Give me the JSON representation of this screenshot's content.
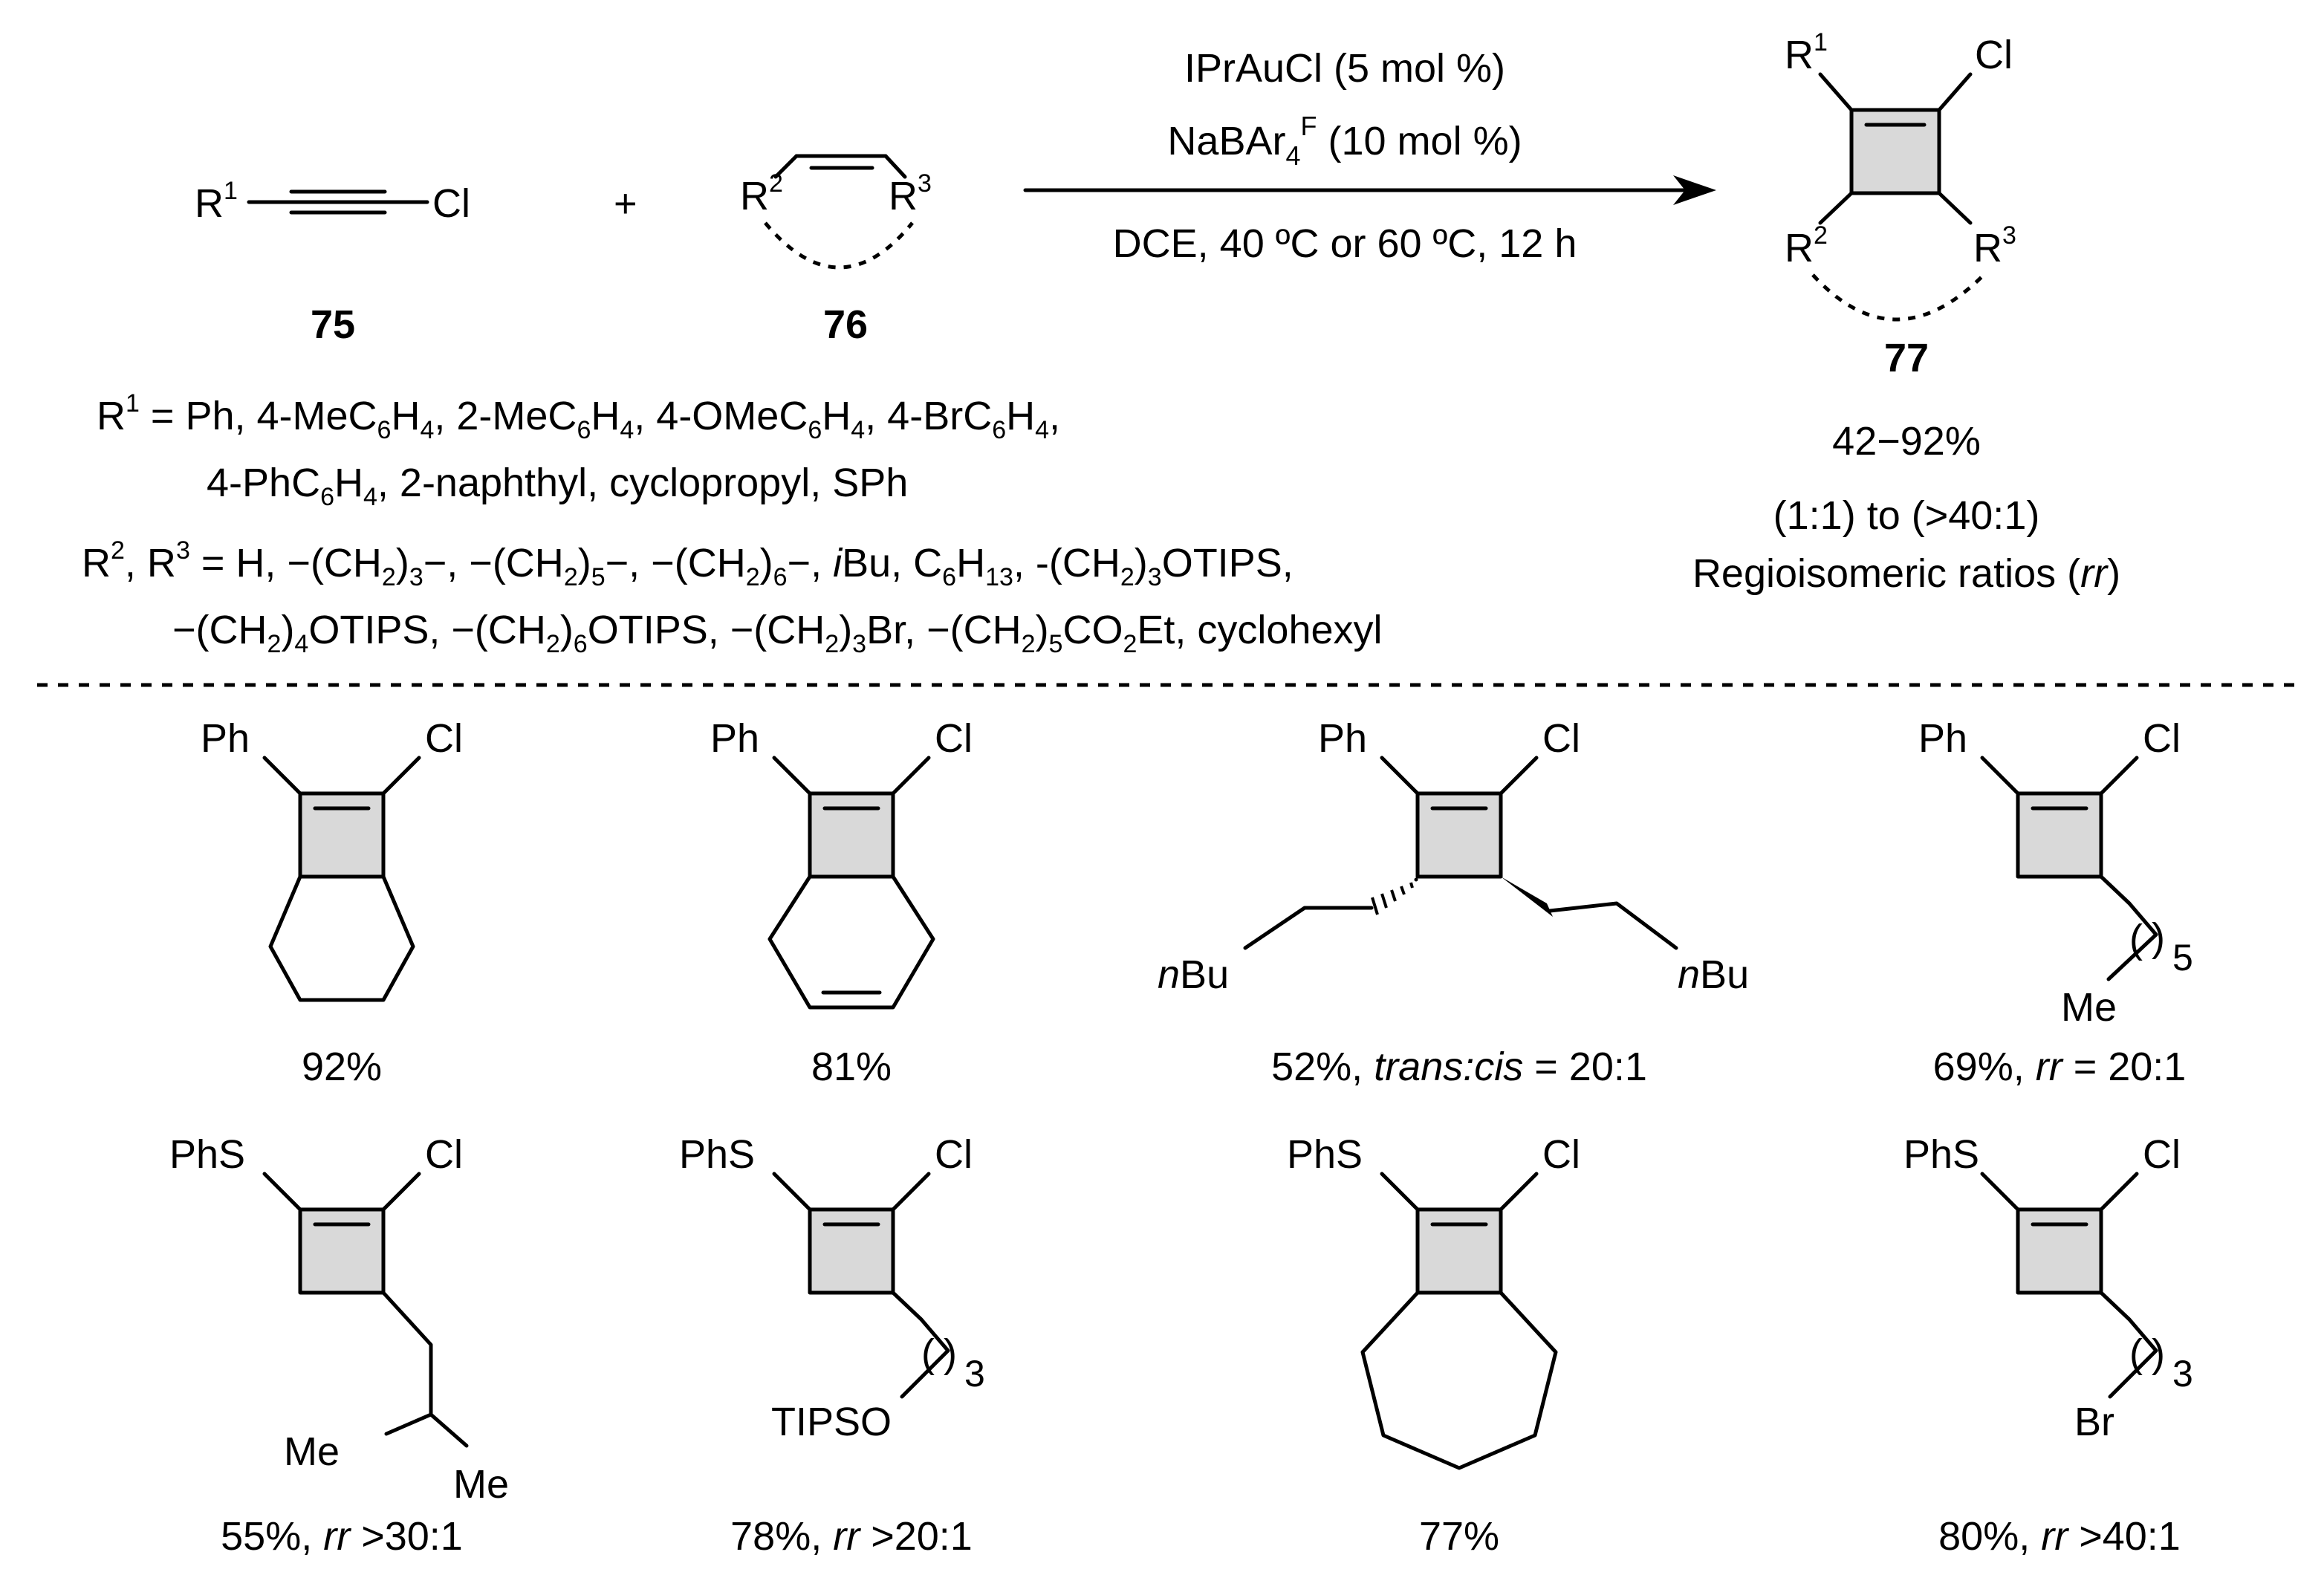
{
  "reaction": {
    "reactant1_id": "75",
    "reactant2_id": "76",
    "product_id": "77",
    "plus": "+",
    "r1": "R",
    "r1_sup": "1",
    "r2": "R",
    "r2_sup": "2",
    "r3": "R",
    "r3_sup": "3",
    "cl": "Cl",
    "catalyst": "IPrAuCl (5 mol %)",
    "additive_main": "NaBAr",
    "additive_sub": "4",
    "additive_sup": "F",
    "additive_tail": " (10 mol %)",
    "conditions": "DCE, 40 ºC or 60 ºC, 12 h",
    "yield_range": "42−92%",
    "ratio_range": "(1:1) to (>40:1)",
    "ratio_label_main": "Regioisomeric ratios (",
    "ratio_label_it": "rr",
    "ratio_label_end": ")"
  },
  "scope": {
    "r1_label": "R",
    "r1_sup": "1",
    "r1_line1_a": " = Ph, 4-MeC",
    "r1_line1_b": "6",
    "r1_line1_c": "H",
    "r1_line1_d": "4",
    "r1_line1_e": ", 2-MeC",
    "r1_line1_f": "6",
    "r1_line1_g": "H",
    "r1_line1_h": "4",
    "r1_line1_i": ", 4-OMeC",
    "r1_line1_j": "6",
    "r1_line1_k": "H",
    "r1_line1_l": "4",
    "r1_line1_m": ", 4-BrC",
    "r1_line1_n": "6",
    "r1_line1_o": "H",
    "r1_line1_p": "4",
    "r1_line1_q": ",",
    "r1_line2_a": "4-PhC",
    "r1_line2_b": "6",
    "r1_line2_c": "H",
    "r1_line2_d": "4",
    "r1_line2_e": ", 2-naphthyl, cyclopropyl, SPh",
    "r23_line1_a": "R",
    "r23_line1_b": "2",
    "r23_line1_c": ", R",
    "r23_line1_d": "3",
    "r23_line1_e": " = H, −(CH",
    "r23_line1_f": "2",
    "r23_line1_g": ")",
    "r23_line1_h": "3",
    "r23_line1_i": "−, −(CH",
    "r23_line1_j": "2",
    "r23_line1_k": ")",
    "r23_line1_l": "5",
    "r23_line1_m": "−, −(CH",
    "r23_line1_n": "2",
    "r23_line1_o": ")",
    "r23_line1_p": "6",
    "r23_line1_q": "−, ",
    "r23_line1_r": "i",
    "r23_line1_s": "Bu, C",
    "r23_line1_t": "6",
    "r23_line1_u": "H",
    "r23_line1_v": "13",
    "r23_line1_w": ", -(CH",
    "r23_line1_x": "2",
    "r23_line1_y": ")",
    "r23_line1_z": "3",
    "r23_line1_end": "OTIPS,",
    "r23_line2_a": "−(CH",
    "r23_line2_b": "2",
    "r23_line2_c": ")",
    "r23_line2_d": "4",
    "r23_line2_e": "OTIPS, −(CH",
    "r23_line2_f": "2",
    "r23_line2_g": ")",
    "r23_line2_h": "6",
    "r23_line2_i": "OTIPS, −(CH",
    "r23_line2_j": "2",
    "r23_line2_k": ")",
    "r23_line2_l": "3",
    "r23_line2_m": "Br, −(CH",
    "r23_line2_n": "2",
    "r23_line2_o": ")",
    "r23_line2_p": "5",
    "r23_line2_q": "CO",
    "r23_line2_r": "2",
    "r23_line2_s": "Et, cyclohexyl"
  },
  "examples": {
    "ph": "Ph",
    "phs": "PhS",
    "cl": "Cl",
    "nbu_it": "n",
    "nbu": "Bu",
    "me": "Me",
    "paren_open": "(",
    "paren_close": ")",
    "n5": "5",
    "n3": "3",
    "tipso": "TIPSO",
    "br": "Br",
    "p1_yield": "92%",
    "p2_yield": "81%",
    "p3_yield_a": "52%, ",
    "p3_yield_it": "trans:cis",
    "p3_yield_b": " = 20:1",
    "p4_yield_a": "69%, ",
    "p4_yield_it": "rr",
    "p4_yield_b": " = 20:1",
    "p5_yield_a": "55%, ",
    "p5_yield_it": "rr",
    "p5_yield_b": " >30:1",
    "p6_yield_a": "78%, ",
    "p6_yield_it": "rr",
    "p6_yield_b": " >20:1",
    "p7_yield": "77%",
    "p8_yield_a": "80%, ",
    "p8_yield_it": "rr",
    "p8_yield_b": " >40:1"
  }
}
